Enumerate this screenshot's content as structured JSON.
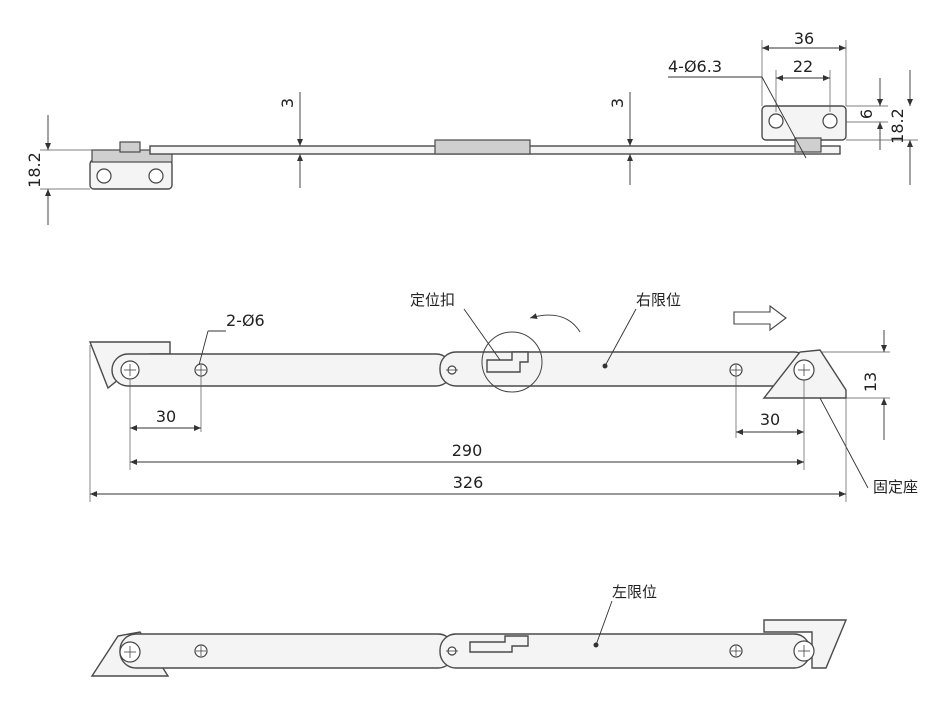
{
  "top_view": {
    "dim_height_left": "18.2",
    "dim_height_right": "18.2",
    "dim_thickness_1": "3",
    "dim_thickness_2": "3",
    "dim_width_outer": "36",
    "dim_width_inner": "22",
    "dim_base_height": "6",
    "hole_callout": "4-Ø6.3"
  },
  "middle_view": {
    "label_locator": "定位扣",
    "label_right_limit": "右限位",
    "label_fixed_seat": "固定座",
    "hole_callout": "2-Ø6",
    "dim_left_offset": "30",
    "dim_right_offset": "30",
    "dim_hole_span": "290",
    "dim_overall": "326",
    "dim_seat_height": "13"
  },
  "bottom_view": {
    "label_left_limit": "左限位"
  }
}
